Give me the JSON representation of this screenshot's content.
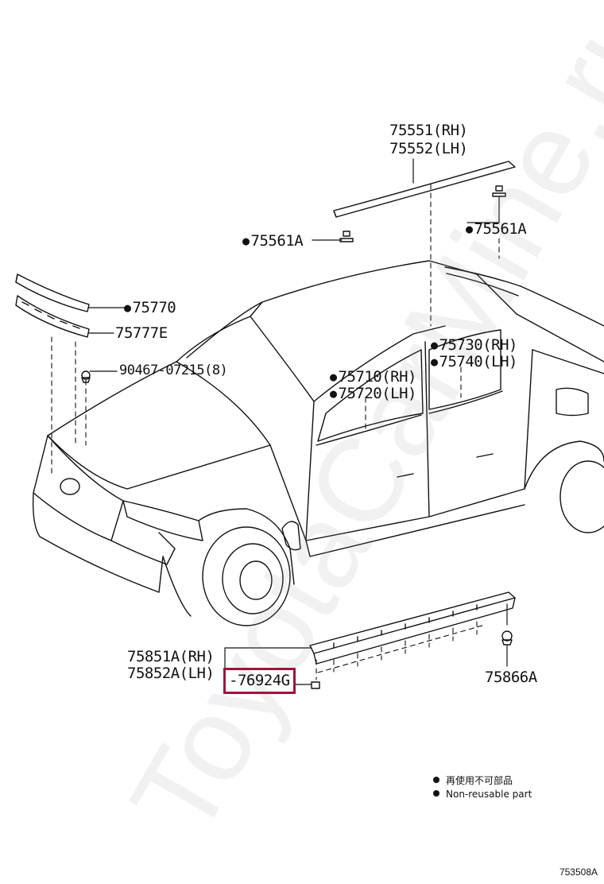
{
  "watermark": "ToyotaCarMine.ru",
  "labels": {
    "p75551": "75551(RH)",
    "p75552": "75552(LH)",
    "p75561a_left": "75561A",
    "p75561a_right": "75561A",
    "p75770": "75770",
    "p75777e": "75777E",
    "p90467": "90467-07215(8)",
    "p75730": "75730(RH)",
    "p75740": "75740(LH)",
    "p75710": "75710(RH)",
    "p75720": "75720(LH)",
    "p75851a": "75851A(RH)",
    "p75852a": "75852A(LH)",
    "p76924g": "-76924G",
    "p75866a": "75866A"
  },
  "highlighted_part": "76924G",
  "colors": {
    "highlight": "#a0143c",
    "line": "#111111"
  },
  "legend": {
    "line_jp": "再使用不可部品",
    "line_en": "Non-reusable part"
  },
  "diagram_code": "753508A"
}
